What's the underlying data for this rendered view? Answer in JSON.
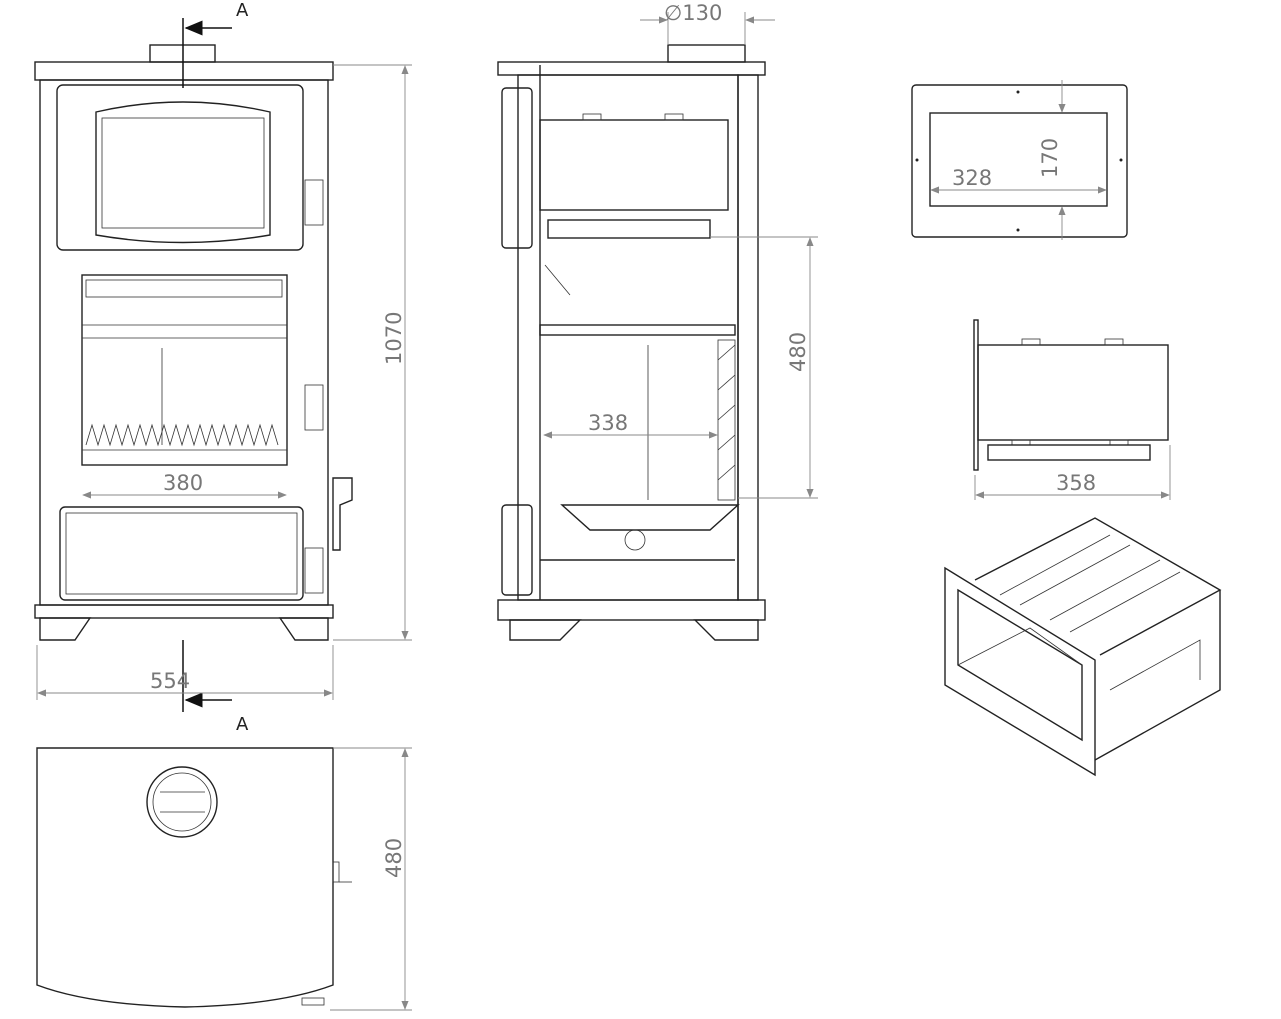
{
  "section_marker_top": "A",
  "section_marker_bottom": "A",
  "dimensions": {
    "flue_diameter": "∅130",
    "height": "1070",
    "width": "554",
    "firebox_width": "380",
    "depth_side": "480",
    "firebox_depth": "338",
    "depth_top": "480",
    "opening_width": "328",
    "opening_height": "170",
    "tray_depth": "358"
  }
}
